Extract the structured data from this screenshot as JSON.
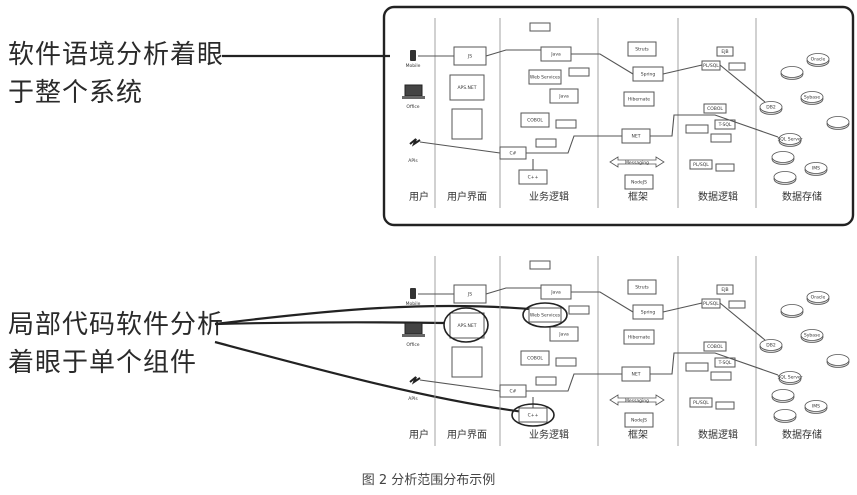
{
  "callouts": {
    "system": [
      "软件语境分析着眼",
      "于整个系统"
    ],
    "local": [
      "局部代码软件分析",
      "着眼于单个组件"
    ]
  },
  "lanes": [
    "用户",
    "用户界面",
    "业务逻辑",
    "框架",
    "数据逻辑",
    "数据存储"
  ],
  "nodes": {
    "mobile": "Mobile",
    "office": "Office",
    "apis": "APIs",
    "js": "JS",
    "apsnet": "APS.NET",
    "java": "Java",
    "web_services": "Web Services",
    "java2": "Java",
    "cobol": "COBOL",
    "csharp": "C#",
    "cpp": "C++",
    "struts": "Struts",
    "spring": "Spring",
    "hibernate": "Hibernate",
    "net": "NET",
    "messaging": "Messaging",
    "nodejs": "NodeJS",
    "ejb": "EJB",
    "plsql": "PL/SQL",
    "cobol2": "COBOL",
    "tsql": "T-SQL",
    "plsql2": "PL/SQL",
    "oracle": "Oracle",
    "sybase": "Sybase",
    "db2": "DB2",
    "sql_server": "SQL Server",
    "ims": "IMS"
  },
  "caption": "图 2 分析范围分布示例",
  "colors": {
    "panel_border": "#222222",
    "lines": "#555555"
  }
}
